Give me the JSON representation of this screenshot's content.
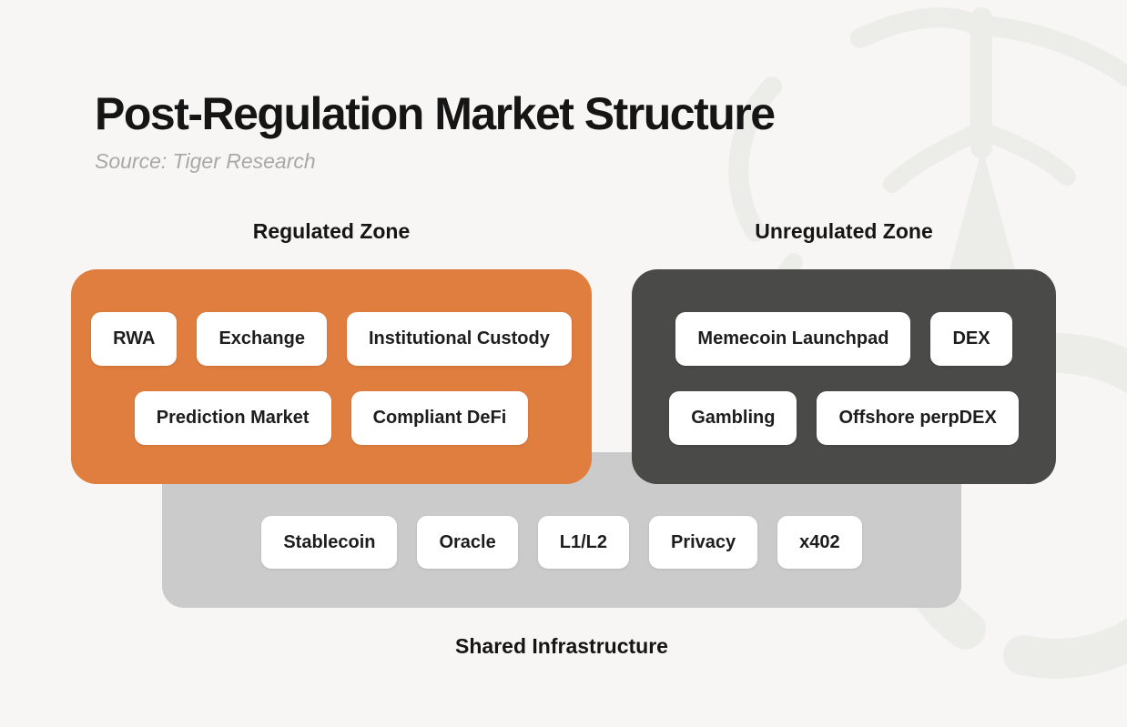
{
  "page": {
    "title": "Post-Regulation Market Structure",
    "source": "Source: Tiger Research",
    "background_color": "#F7F6F4"
  },
  "zones": {
    "regulated": {
      "label": "Regulated Zone",
      "color": "#E07E3F",
      "chips": [
        "RWA",
        "Exchange",
        "Institutional Custody",
        "Prediction Market",
        "Compliant DeFi"
      ]
    },
    "unregulated": {
      "label": "Unregulated Zone",
      "color": "#4A4A49",
      "chips": [
        "Memecoin Launchpad",
        "DEX",
        "Gambling",
        "Offshore perpDEX"
      ]
    },
    "shared": {
      "label": "Shared Infrastructure",
      "color": "#CBCBCB",
      "chips": [
        "Stablecoin",
        "Oracle",
        "L1/L2",
        "Privacy",
        "x402"
      ]
    }
  },
  "watermark": {
    "name": "tiger-research-logo-watermark",
    "color": "#ECECE9"
  }
}
